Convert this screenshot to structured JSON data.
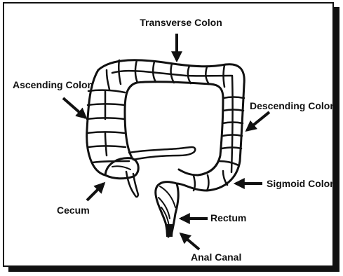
{
  "labels": {
    "transverse": "Transverse Colon",
    "ascending": "Ascending Colon",
    "descending": "Descending Colon",
    "sigmoid": "Sigmoid Colon",
    "cecum": "Cecum",
    "rectum": "Rectum",
    "anal_canal": "Anal Canal"
  },
  "colors": {
    "ink": "#111111",
    "background": "#ffffff"
  }
}
